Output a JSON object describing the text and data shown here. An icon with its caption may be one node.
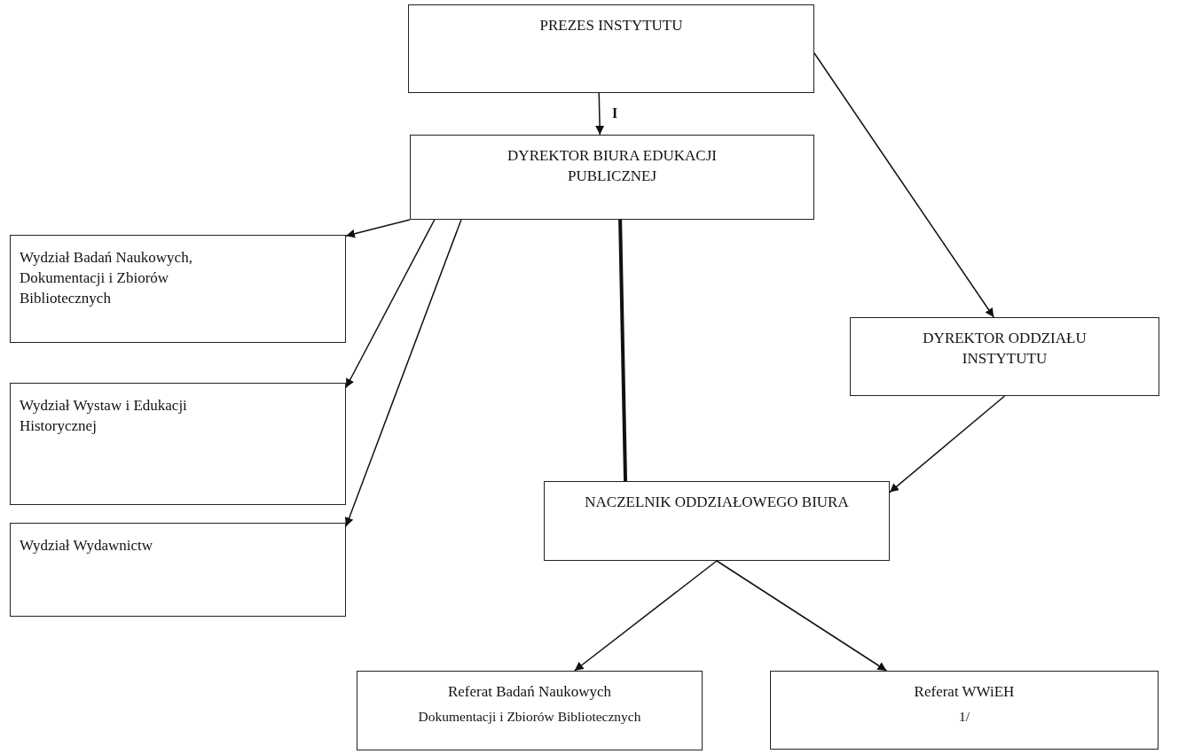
{
  "diagram": {
    "nodes": [
      {
        "text": [
          "PREZES INSTYTUTU"
        ]
      },
      {
        "text": [
          "DYREKTOR BIURA EDUKACJI PUBLICZNEJ"
        ]
      },
      {
        "text": [
          "Wydział Badań Naukowych, Dokumentacji i Zbiorów Bibliotecznych"
        ]
      },
      {
        "text": [
          "Wydział Wystaw i Edukacji Historycznej"
        ]
      },
      {
        "text": [
          "Wydział Wydawnictw"
        ]
      },
      {
        "text": [
          "DYREKTOR ODDZIAŁU INSTYTUTU"
        ]
      },
      {
        "text": [
          "NACZELNIK ODDZIAŁOWEGO BIURA"
        ]
      },
      {
        "text": [
          "Referat Badań Naukowych",
          "Dokumentacji i Zbiorów Bibliotecznych"
        ]
      },
      {
        "text": [
          "Referat WWiEH",
          "1/"
        ]
      }
    ],
    "edges": [
      {
        "from": 0,
        "to": 1,
        "arrow": "to",
        "label": "I"
      },
      {
        "from": 0,
        "to": 5,
        "arrow": "to"
      },
      {
        "from": 1,
        "to": 2,
        "arrow": "to"
      },
      {
        "from": 1,
        "to": 3,
        "arrow": "to"
      },
      {
        "from": 1,
        "to": 4,
        "arrow": "to"
      },
      {
        "from": 1,
        "to": 6,
        "arrow": "none",
        "style": "thick"
      },
      {
        "from": 5,
        "to": 6,
        "arrow": "to"
      },
      {
        "from": 6,
        "to": 7,
        "arrow": "to"
      },
      {
        "from": 6,
        "to": 8,
        "arrow": "to"
      }
    ]
  }
}
